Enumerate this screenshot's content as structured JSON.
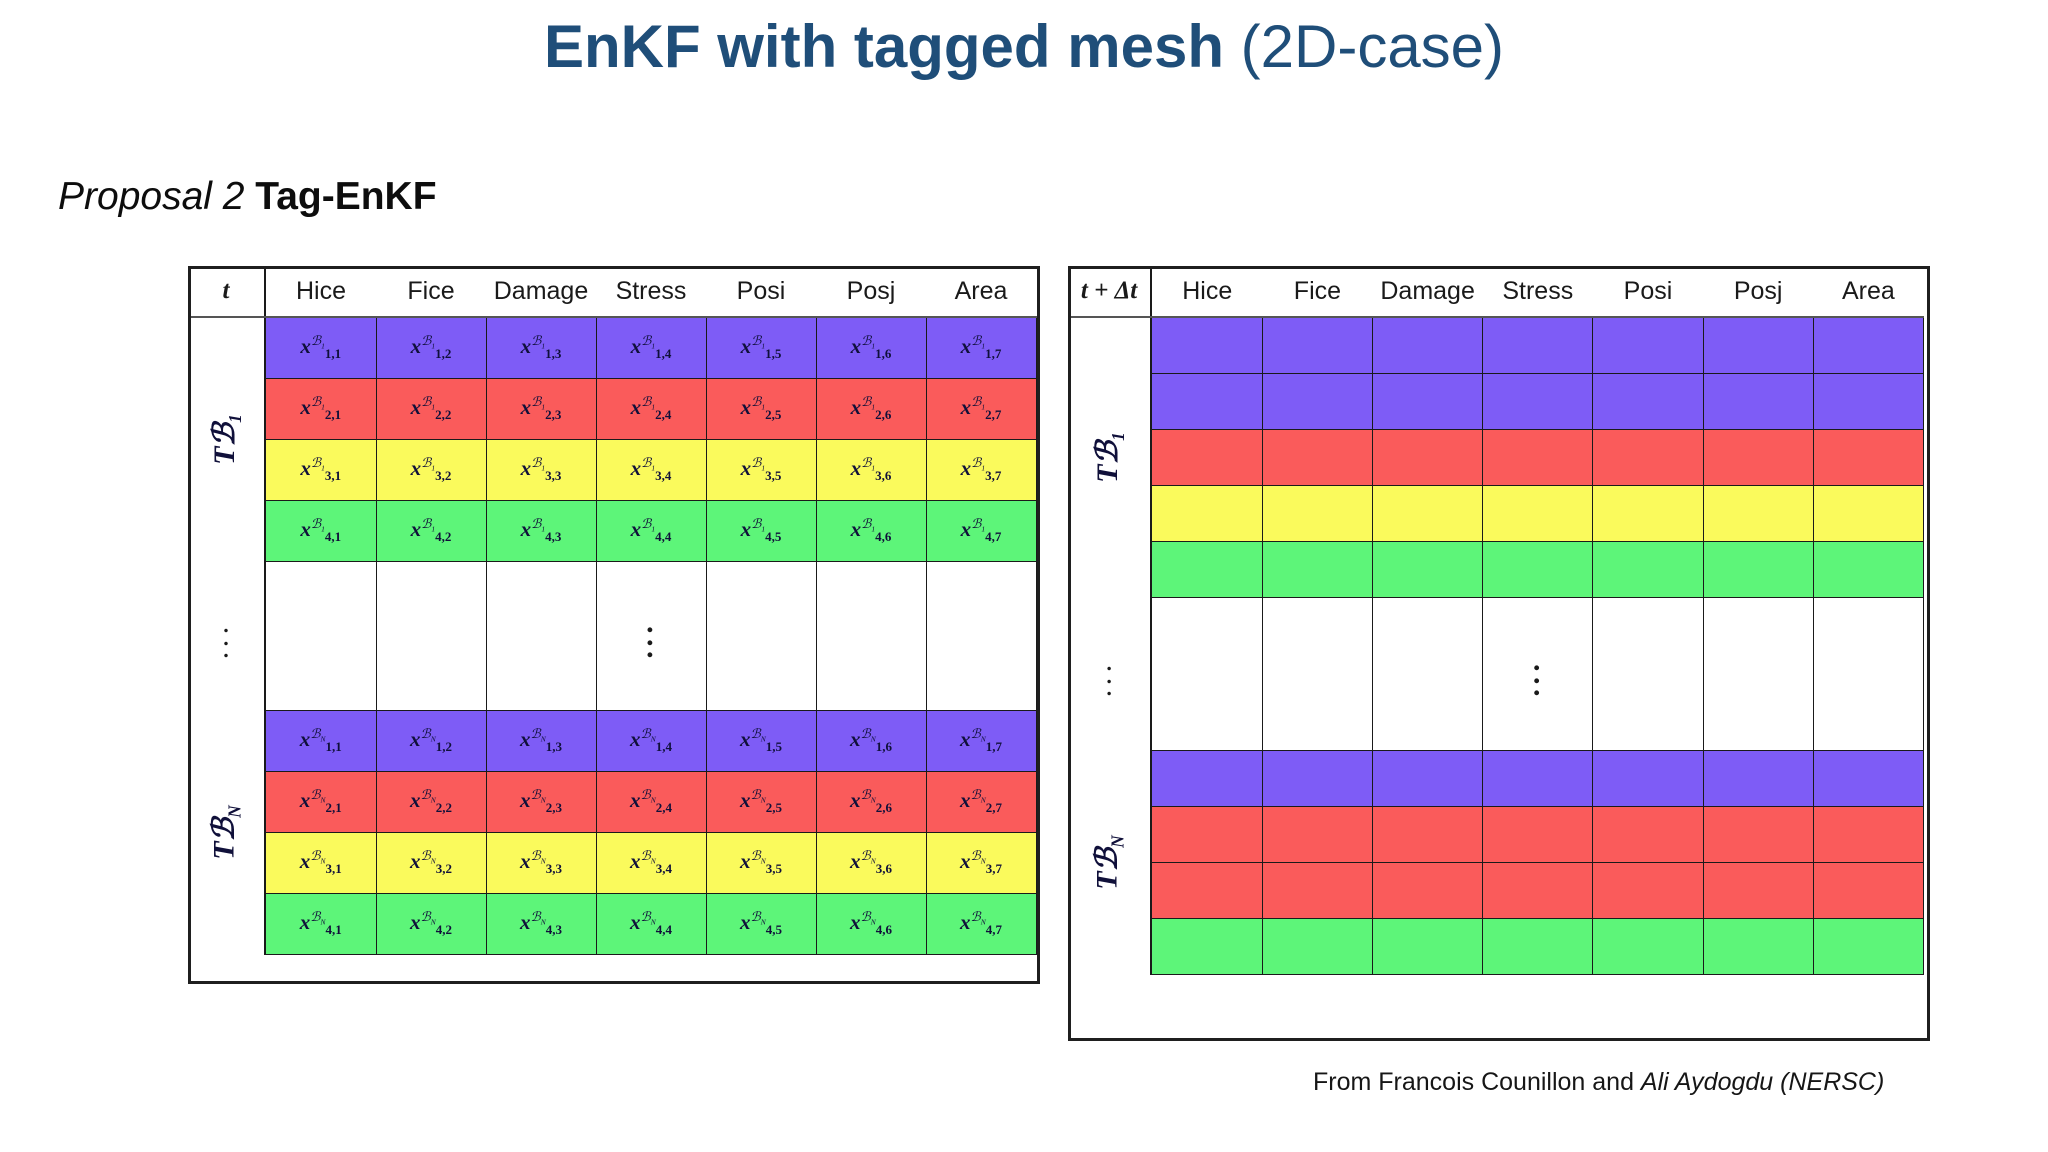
{
  "slide": {
    "title_bold": "EnKF with tagged mesh",
    "title_regular": " (2D-case)",
    "subtitle_italic": "Proposal 2",
    "subtitle_bold": " Tag-EnKF",
    "caption_regular": "From Francois Counillon and ",
    "caption_italic": "Ali Aydogdu (NERSC)",
    "title_color": "#1F4E79"
  },
  "colors": {
    "purple": "#7E5CF6",
    "red": "#FA5B5B",
    "yellow": "#FAFA5C",
    "green": "#5DF579",
    "blank": "#FFFFFF",
    "border": "#1A1A1A"
  },
  "left_table": {
    "corner_header": "t",
    "columns": [
      "Hice",
      "Fice",
      "Damage",
      "Stress",
      "Posi",
      "Posj",
      "Area"
    ],
    "blocks": [
      {
        "label_T": "T",
        "label_C": "ℬ",
        "label_sub": "1",
        "rows": [
          {
            "color": "purple",
            "cells": [
              "x₁,₁",
              "x₁,₂",
              "x₁,₃",
              "x₁,₄",
              "x₁,₅",
              "x₁,₆",
              "x₁,₇"
            ],
            "row_index": "1",
            "tag": "ℬ₁"
          },
          {
            "color": "red",
            "cells": [
              "x₂,₁",
              "x₂,₂",
              "x₂,₃",
              "x₂,₄",
              "x₂,₅",
              "x₂,₆",
              "x₂,₇"
            ],
            "row_index": "2",
            "tag": "ℬ₁"
          },
          {
            "color": "yellow",
            "cells": [
              "x₃,₁",
              "x₃,₂",
              "x₃,₃",
              "x₃,₄",
              "x₃,₅",
              "x₃,₆",
              "x₃,₇"
            ],
            "row_index": "3",
            "tag": "ℬ₁"
          },
          {
            "color": "green",
            "cells": [
              "x₄,₁",
              "x₄,₂",
              "x₄,₃",
              "x₄,₄",
              "x₄,₅",
              "x₄,₆",
              "x₄,₇"
            ],
            "row_index": "4",
            "tag": "ℬ₁"
          }
        ]
      },
      {
        "label_T": "",
        "ellipsis": "⋮",
        "rows": [
          {
            "color": "blank",
            "cells": [
              "",
              "",
              "",
              "",
              "",
              "",
              ""
            ]
          }
        ]
      },
      {
        "label_T": "T",
        "label_C": "ℬ",
        "label_sub": "N",
        "rows": [
          {
            "color": "purple",
            "cells": [
              "x₁,₁",
              "x₁,₂",
              "x₁,₃",
              "x₁,₄",
              "x₁,₅",
              "x₁,₆",
              "x₁,₇"
            ],
            "row_index": "1",
            "tag": "ℬ_N"
          },
          {
            "color": "red",
            "cells": [
              "x₂,₁",
              "x₂,₂",
              "x₂,₃",
              "x₂,₄",
              "x₂,₅",
              "x₂,₆",
              "x₂,₇"
            ],
            "row_index": "2",
            "tag": "ℬ_N"
          },
          {
            "color": "yellow",
            "cells": [
              "x₃,₁",
              "x₃,₂",
              "x₃,₃",
              "x₃,₄",
              "x₃,₅",
              "x₃,₆",
              "x₃,₇"
            ],
            "row_index": "3",
            "tag": "ℬ_N"
          },
          {
            "color": "green",
            "cells": [
              "x₄,₁",
              "x₄,₂",
              "x₄,₃",
              "x₄,₄",
              "x₄,₅",
              "x₄,₆",
              "x₄,₇"
            ],
            "row_index": "4",
            "tag": "ℬ_N"
          }
        ]
      }
    ]
  },
  "right_table": {
    "corner_header": "t + Δt",
    "columns": [
      "Hice",
      "Fice",
      "Damage",
      "Stress",
      "Posi",
      "Posj",
      "Area"
    ],
    "blocks": [
      {
        "label_T": "T",
        "label_C": "ℬ",
        "label_sub": "1",
        "row_colors": [
          "purple",
          "purple",
          "red",
          "yellow",
          "green"
        ]
      },
      {
        "label_T": "",
        "ellipsis": "⋮",
        "row_colors": [
          "blank"
        ]
      },
      {
        "label_T": "T",
        "label_C": "ℬ",
        "label_sub": "N",
        "row_colors": [
          "purple",
          "red",
          "red",
          "green"
        ]
      }
    ]
  }
}
